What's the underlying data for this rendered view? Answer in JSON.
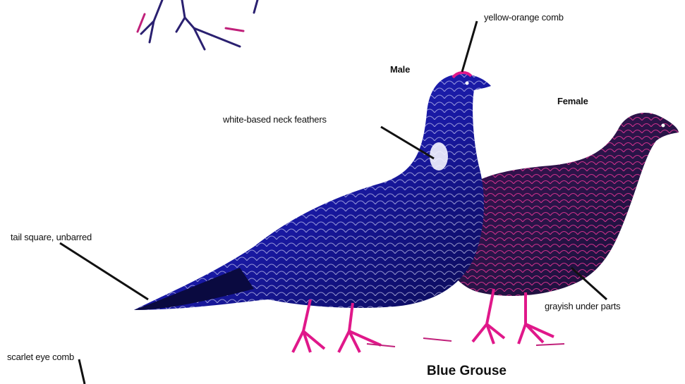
{
  "labels": {
    "comb": "yellow-orange comb",
    "male": "Male",
    "female": "Female",
    "neck": "white-based neck feathers",
    "tail": "tail square, unbarred",
    "underparts": "grayish under parts",
    "eye_comb": "scarlet eye comb"
  },
  "title": "Blue Grouse",
  "colors": {
    "male_body": "#1a1ab8",
    "male_dark": "#0a0a4a",
    "female_body": "#2a1a5a",
    "accent_magenta": "#e0188a",
    "leader_line": "#111111"
  }
}
